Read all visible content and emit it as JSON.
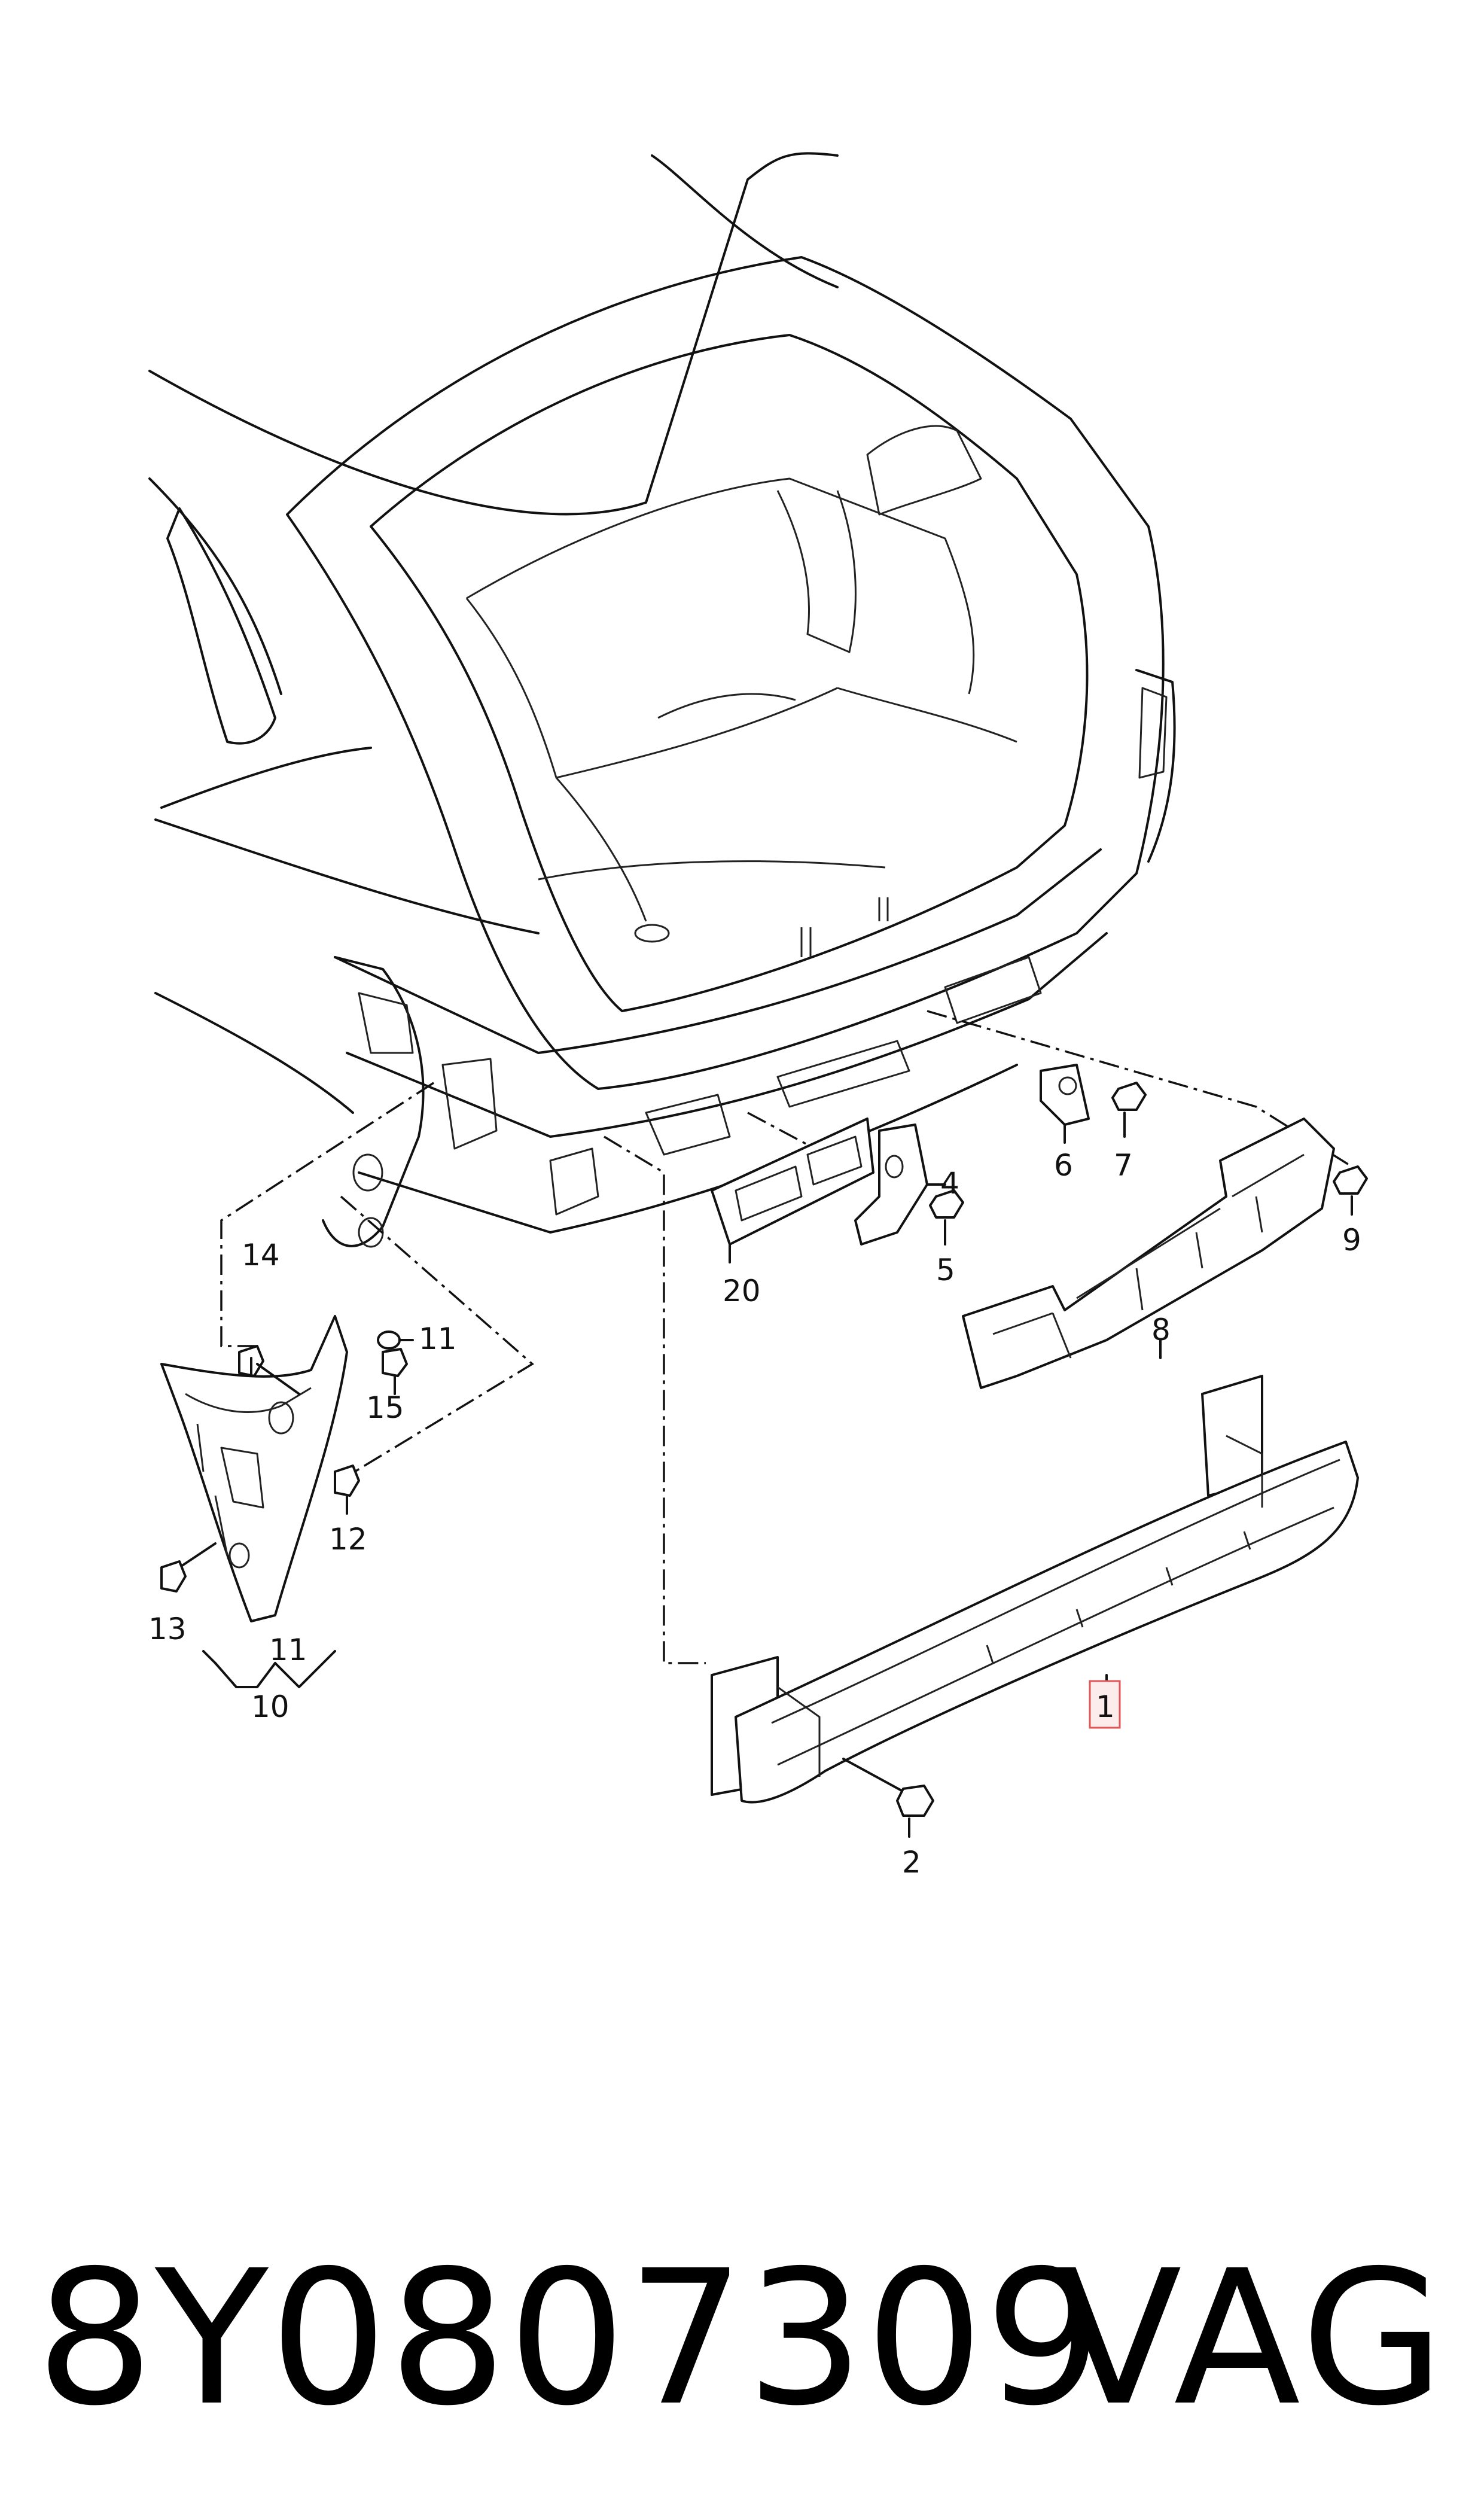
{
  "diagram": {
    "callouts": {
      "c1": "1",
      "c2": "2",
      "c4": "4",
      "c5": "5",
      "c6": "6",
      "c7": "7",
      "c8": "8",
      "c9": "9",
      "c10": "10",
      "c11a": "11",
      "c11b": "11",
      "c12": "12",
      "c13": "13",
      "c14": "14",
      "c15": "15",
      "c20": "20"
    }
  },
  "footer": {
    "part_number": "8Y0807309",
    "brand": "VAG"
  }
}
